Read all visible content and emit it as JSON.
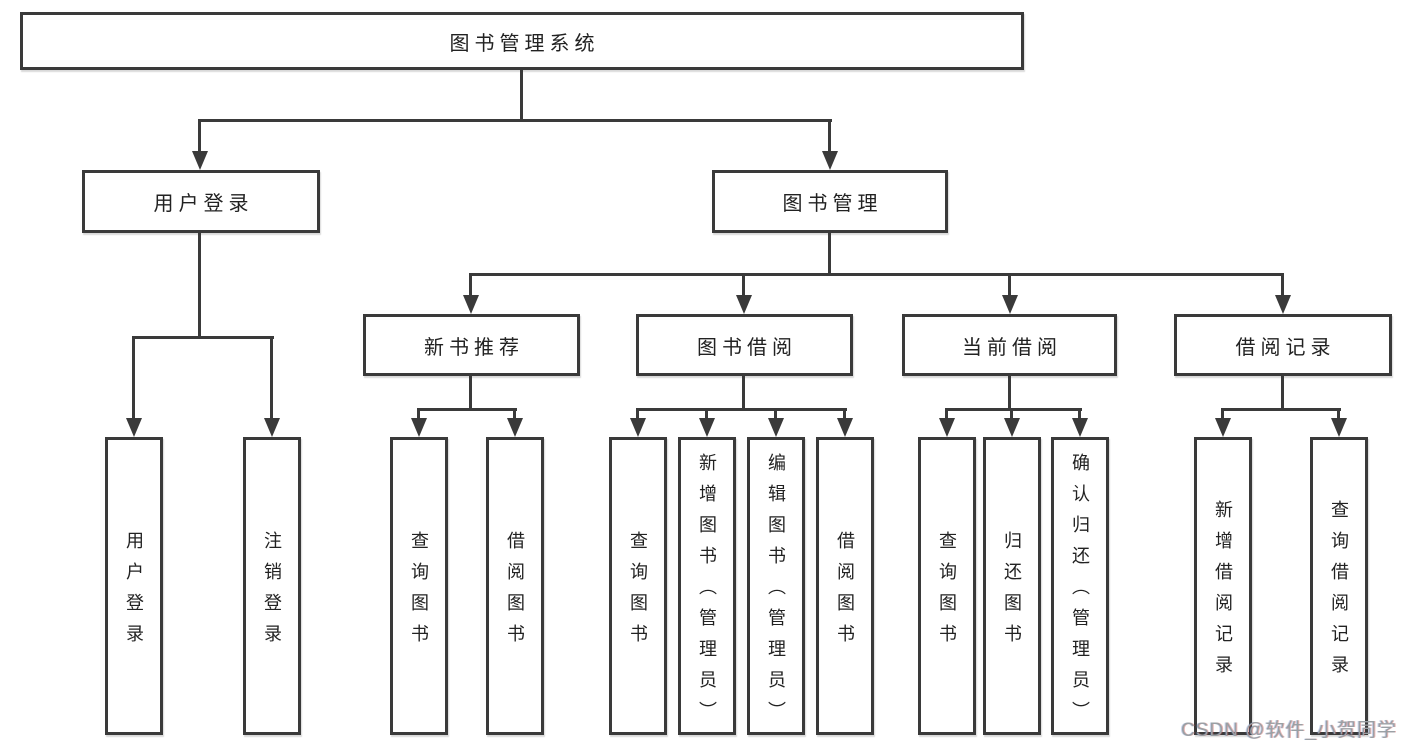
{
  "diagram": {
    "root": {
      "label": "图书管理系统"
    },
    "level2": {
      "user_login": {
        "label": "用户登录"
      },
      "book_management": {
        "label": "图书管理"
      }
    },
    "level3": {
      "new_book_recommend": {
        "label": "新书推荐"
      },
      "book_borrow": {
        "label": "图书借阅"
      },
      "current_borrow": {
        "label": "当前借阅"
      },
      "borrow_records": {
        "label": "借阅记录"
      }
    },
    "leaves": {
      "user_login": [
        "用户登录",
        "注销登录"
      ],
      "new_book_recommend": [
        "查询图书",
        "借阅图书"
      ],
      "book_borrow": [
        "查询图书",
        "新增图书（管理员）",
        "编辑图书（管理员）",
        "借阅图书"
      ],
      "current_borrow": [
        "查询图书",
        "归还图书",
        "确认归还（管理员）"
      ],
      "borrow_records": [
        "新增借阅记录",
        "查询借阅记录"
      ]
    }
  },
  "watermark": {
    "text": "CSDN @软件_小贺同学"
  },
  "colors": {
    "line": "#3a3a3a",
    "box_border": "#3a3a3a",
    "text": "#222222",
    "background": "#ffffff",
    "watermark": "#9aa0a4"
  }
}
